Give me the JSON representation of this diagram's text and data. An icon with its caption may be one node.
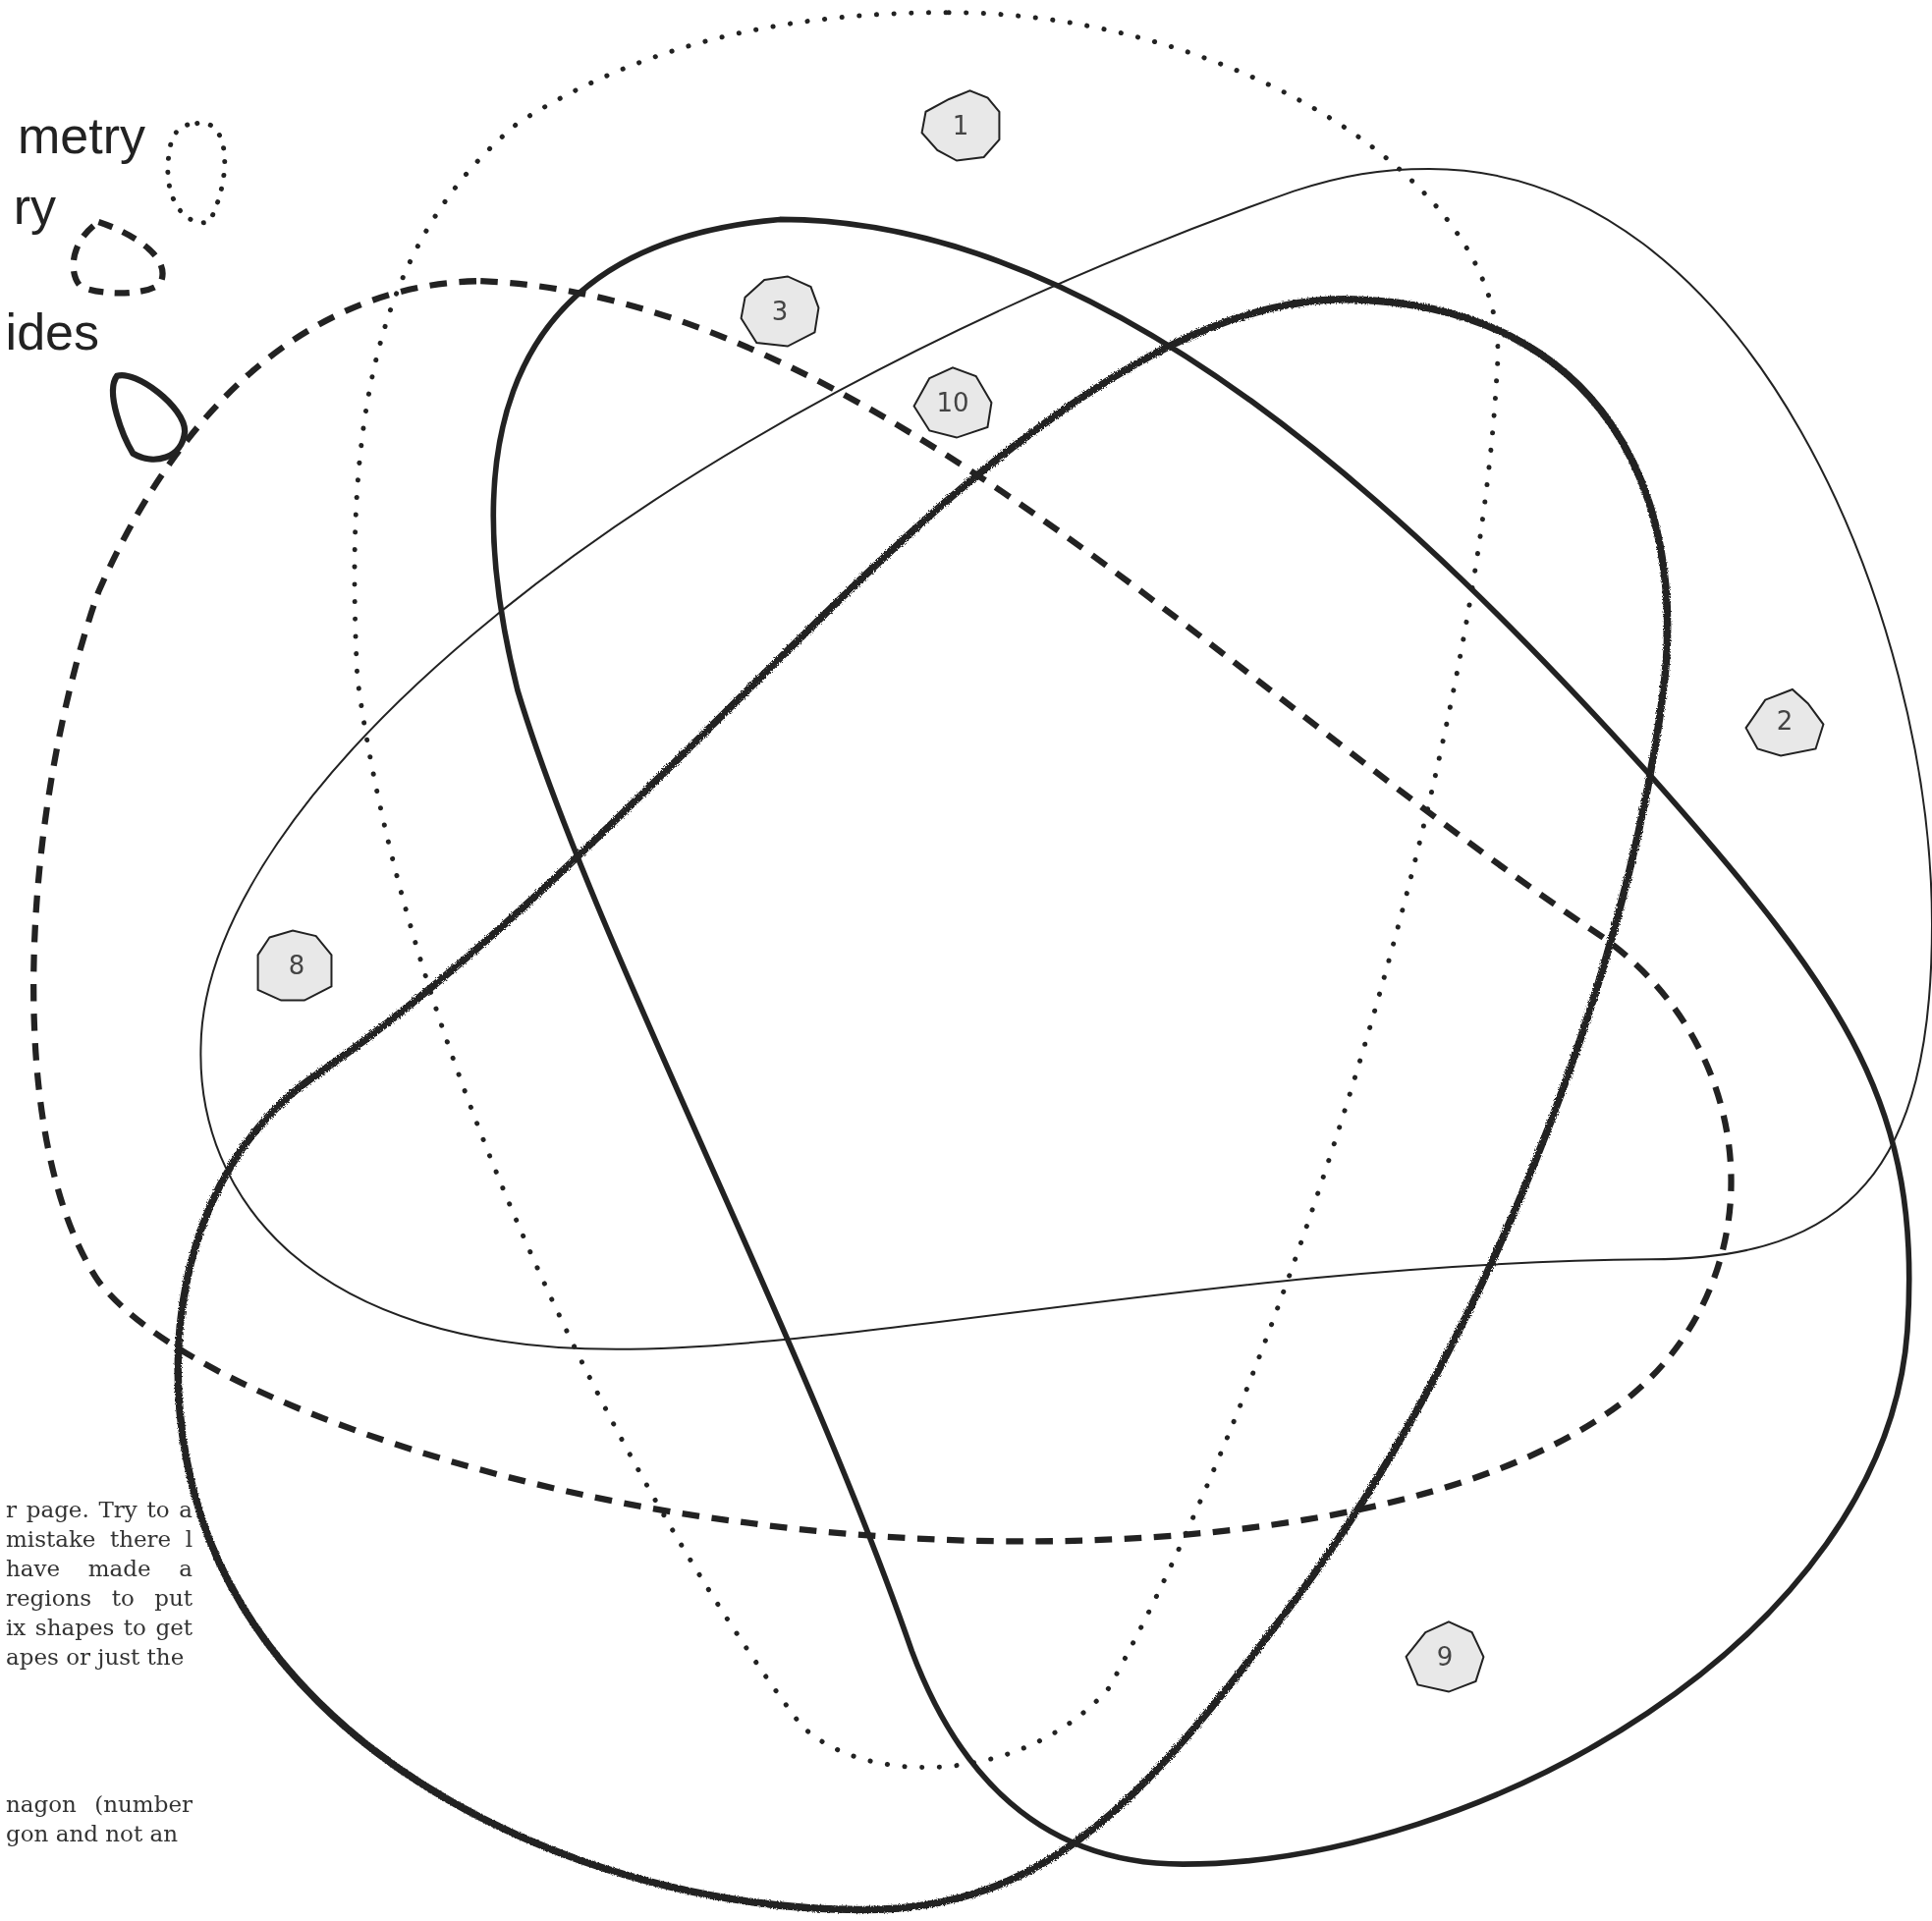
{
  "diagram": {
    "nodes": [
      {
        "text": [
          "1"
        ]
      },
      {
        "text": [
          "3"
        ]
      },
      {
        "text": [
          "10"
        ]
      },
      {
        "text": [
          "2"
        ]
      },
      {
        "text": [
          "8"
        ]
      },
      {
        "text": [
          "9"
        ]
      }
    ],
    "labels": [
      "r page. Try to a mistake there l have made a regions to put ix shapes to get apes or just the",
      "nagon (number gon and not an"
    ],
    "legend": [
      {
        "text": "metry"
      },
      {
        "text": "ry"
      },
      {
        "text": "ides"
      }
    ]
  }
}
